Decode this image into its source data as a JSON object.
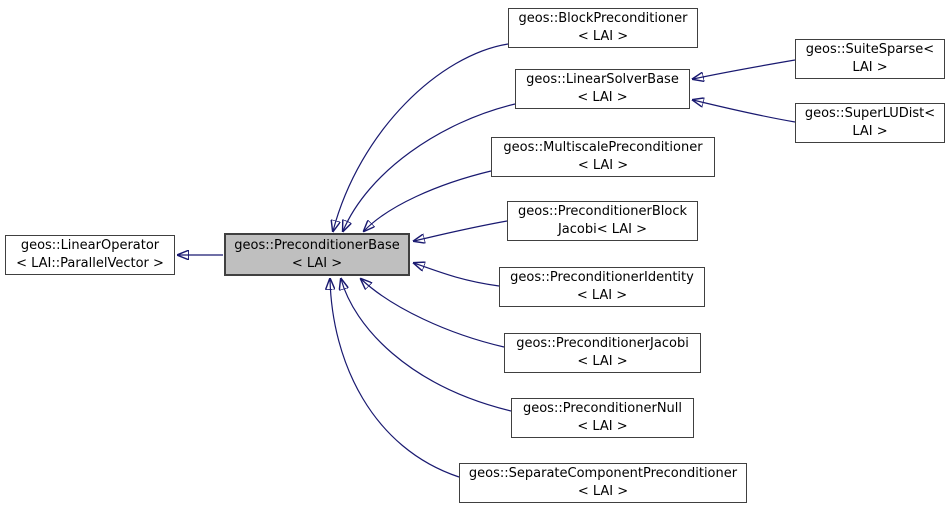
{
  "nodes": {
    "linear_operator": {
      "line1": "geos::LinearOperator",
      "line2": "< LAI::ParallelVector >"
    },
    "preconditioner_base": {
      "line1": "geos::PreconditionerBase",
      "line2": "< LAI >"
    },
    "block_preconditioner": {
      "line1": "geos::BlockPreconditioner",
      "line2": "< LAI >"
    },
    "linear_solver_base": {
      "line1": "geos::LinearSolverBase",
      "line2": "< LAI >"
    },
    "suite_sparse": {
      "line1": "geos::SuiteSparse<",
      "line2": "LAI >"
    },
    "superlu_dist": {
      "line1": "geos::SuperLUDist<",
      "line2": "LAI >"
    },
    "multiscale_preconditioner": {
      "line1": "geos::MultiscalePreconditioner",
      "line2": "< LAI >"
    },
    "preconditioner_block_jacobi": {
      "line1": "geos::PreconditionerBlock",
      "line2": "Jacobi< LAI >"
    },
    "preconditioner_identity": {
      "line1": "geos::PreconditionerIdentity",
      "line2": "< LAI >"
    },
    "preconditioner_jacobi": {
      "line1": "geos::PreconditionerJacobi",
      "line2": "< LAI >"
    },
    "preconditioner_null": {
      "line1": "geos::PreconditionerNull",
      "line2": "< LAI >"
    },
    "separate_component_preconditioner": {
      "line1": "geos::SeparateComponentPreconditioner",
      "line2": "< LAI >"
    }
  },
  "colors": {
    "edge": "#191970",
    "node_border": "#404040",
    "node_fill": "#ffffff",
    "highlight_fill": "#bfbfbf",
    "text": "#000000",
    "background": "#ffffff"
  }
}
